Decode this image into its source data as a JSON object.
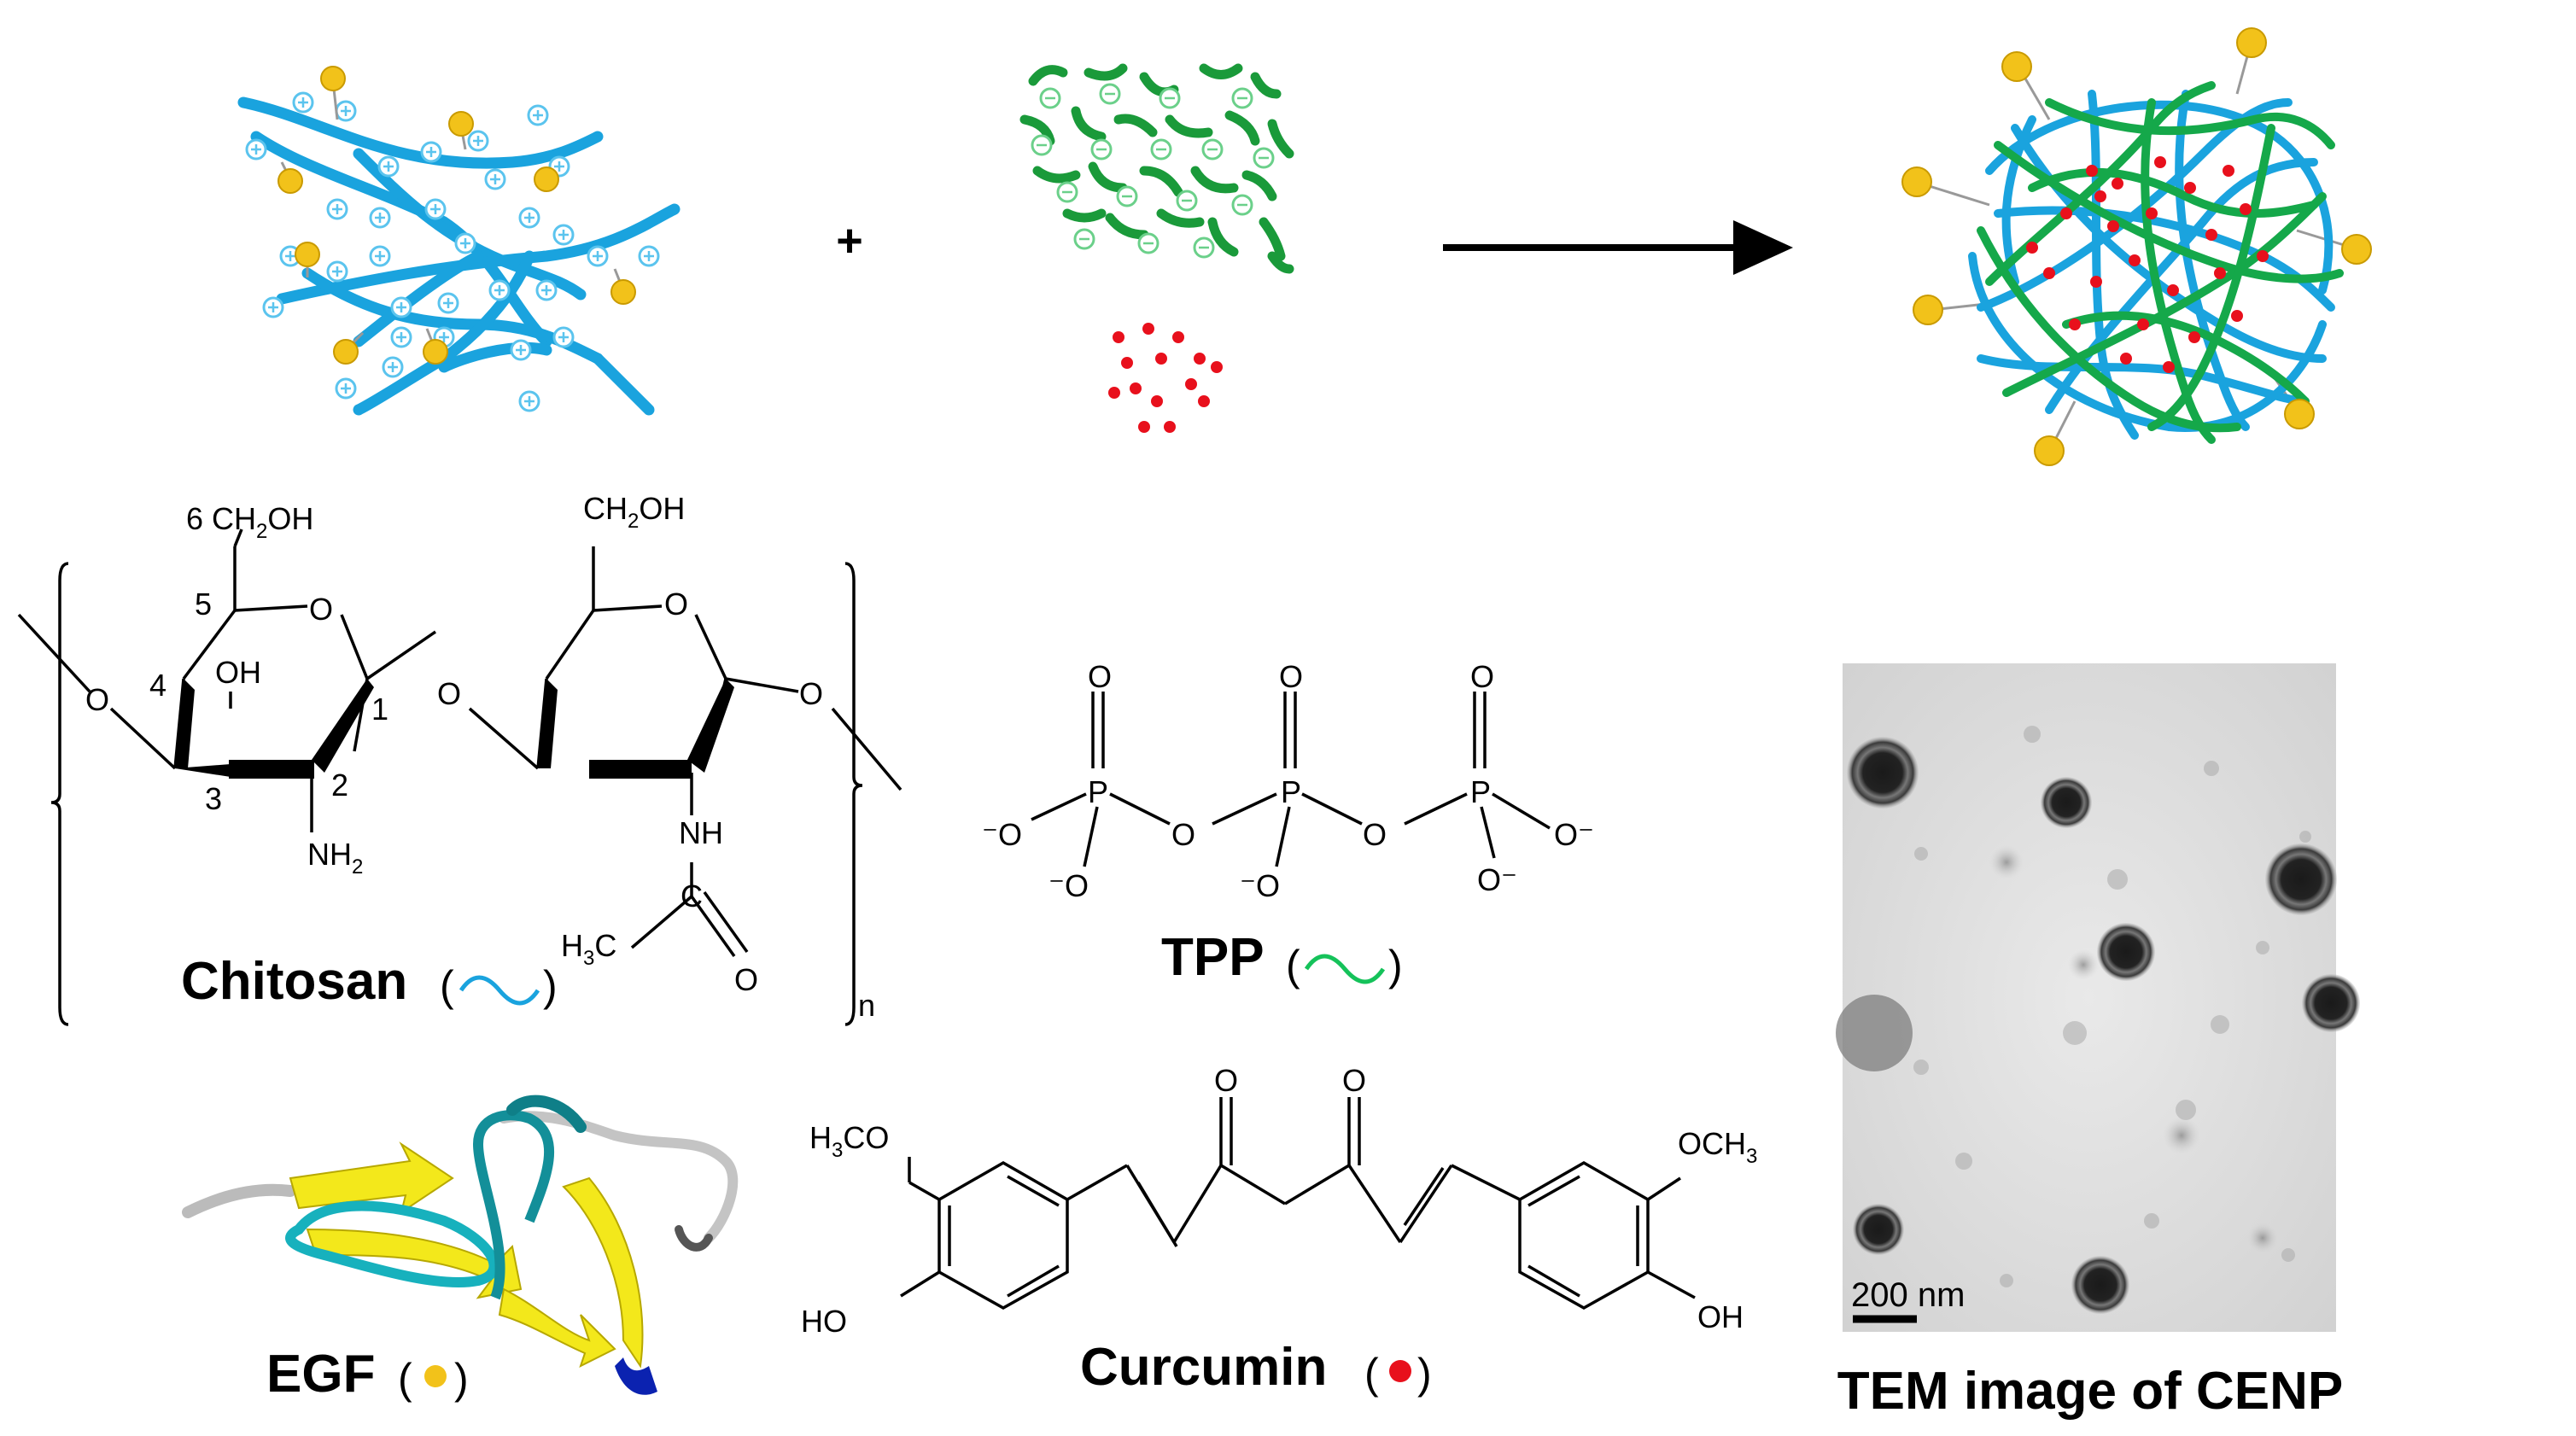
{
  "reaction": {
    "plus": "+"
  },
  "legend": {
    "chitosan": {
      "name": "Chitosan",
      "symbol": "~",
      "color": "#1aa3de"
    },
    "tpp": {
      "name": "TPP",
      "symbol": "~",
      "color": "#15c25a"
    },
    "egf": {
      "name": "EGF",
      "symbol": "●",
      "color": "#f2c21a"
    },
    "curcumin": {
      "name": "Curcumin",
      "symbol": "●",
      "color": "#e8101c"
    }
  },
  "chitosan_structure": {
    "ch2oh_left": "6 CH",
    "ch2oh_right": "CH",
    "oh_group": "OH",
    "sub2": "2",
    "o": "O",
    "nh2": "NH",
    "nh": "NH",
    "c": "C",
    "h3c": "H",
    "sub3": "3",
    "n": "n",
    "pos1": "1",
    "pos2": "2",
    "pos3": "3",
    "pos4": "4",
    "pos5": "5"
  },
  "tpp_structure": {
    "p": "P",
    "o": "O",
    "o_minus_left": "⁻O",
    "o_minus_right": "O⁻"
  },
  "curcumin_structure": {
    "h3co": "H",
    "co": "CO",
    "och": "OCH",
    "sub3": "3",
    "ho": "HO",
    "oh": "OH",
    "o": "O"
  },
  "tem": {
    "scale_bar": "200 nm",
    "caption": "TEM image of CENP"
  }
}
